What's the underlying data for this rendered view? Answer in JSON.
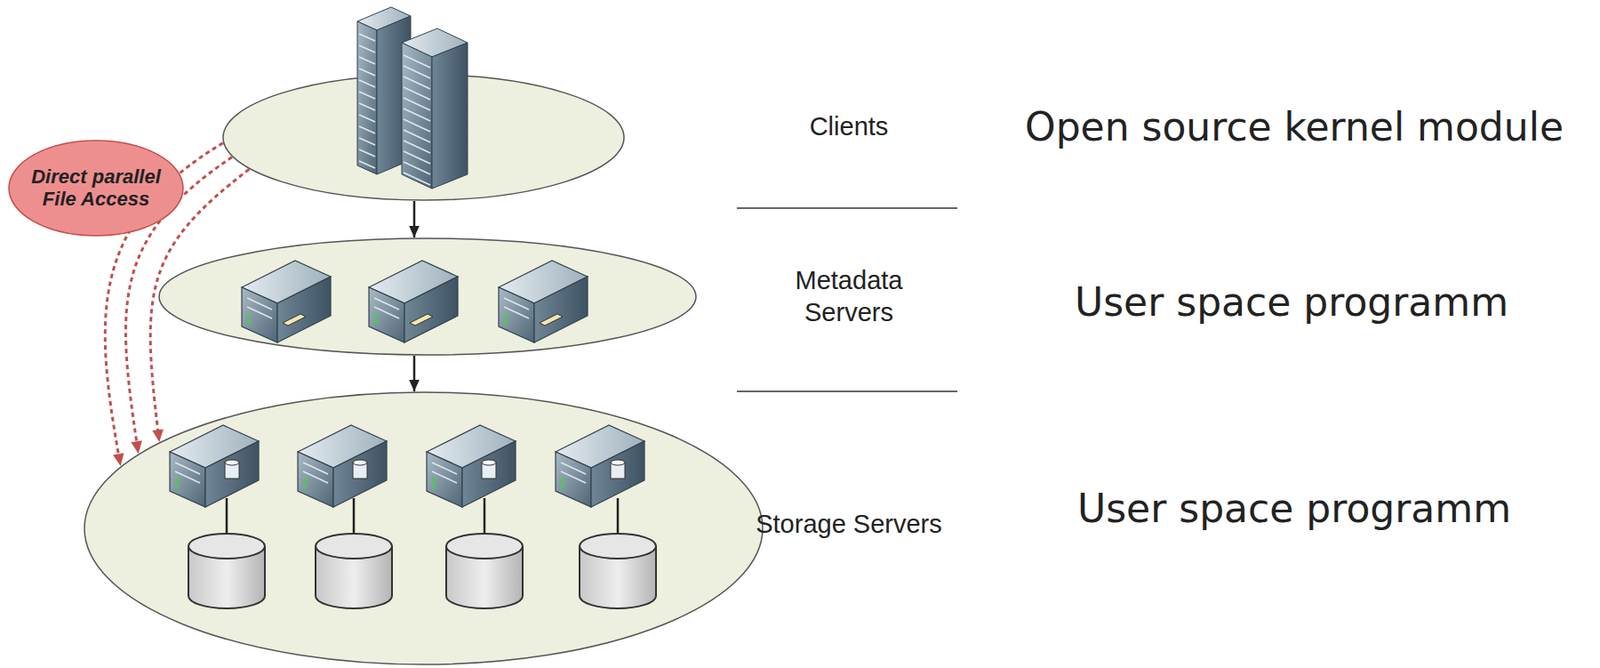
{
  "diagram": {
    "nodes": [
      {
        "text": [
          "Clients",
          "Open source kernel module"
        ]
      },
      {
        "text": [
          "Metadata Servers",
          "User space programm"
        ]
      },
      {
        "text": [
          "Storage Servers",
          "User space programm"
        ]
      },
      {
        "text": [
          "Direct parallel File Access"
        ]
      }
    ],
    "edges": [
      {
        "from": 0,
        "to": 1,
        "arrow": "to"
      },
      {
        "from": 1,
        "to": 2,
        "arrow": "to"
      },
      {
        "from": 0,
        "to": 2,
        "arrow": "to"
      }
    ]
  }
}
